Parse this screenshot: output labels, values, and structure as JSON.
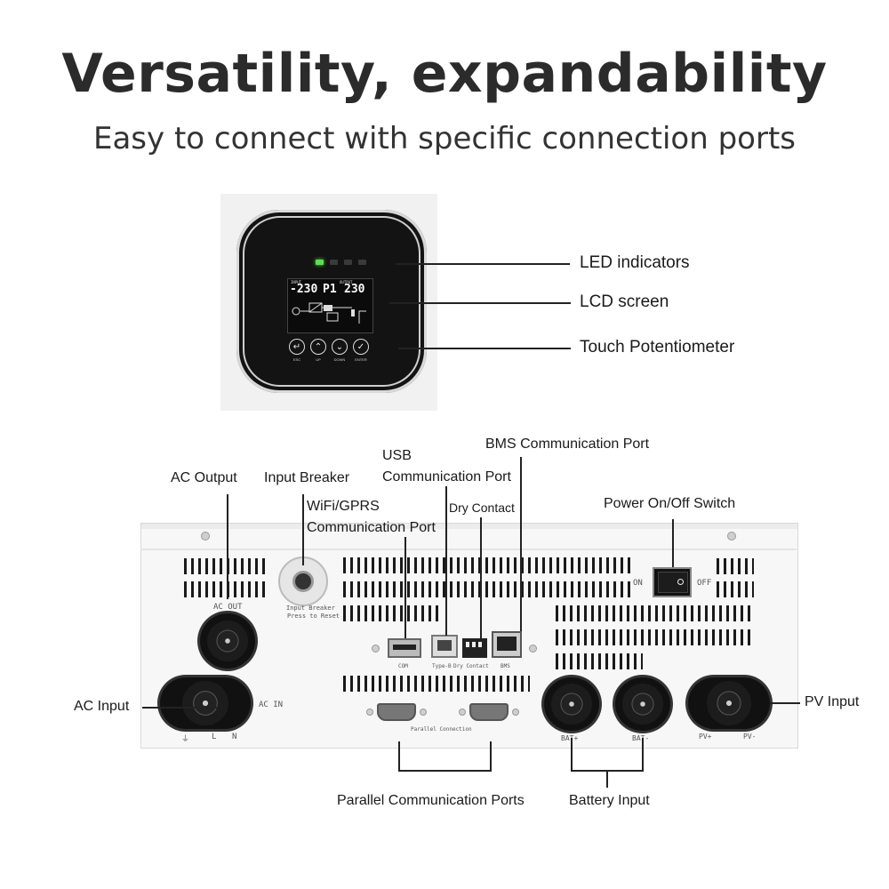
{
  "header": {
    "title": "Versatility, expandability",
    "subtitle": "Easy to connect with specific connection ports"
  },
  "panel_callouts": {
    "led": "LED indicators",
    "lcd": "LCD screen",
    "touch": "Touch Potentiometer"
  },
  "lcd_screen": {
    "input_tag": "INPUT",
    "output_tag": "OUTPUT",
    "input_value": "-230",
    "mode": "P1",
    "output_value": "230"
  },
  "panel_buttons": [
    {
      "icon": "enter-back-icon",
      "glyph": "↵",
      "label": "ESC"
    },
    {
      "icon": "up-icon",
      "glyph": "⌃",
      "label": "UP"
    },
    {
      "icon": "down-icon",
      "glyph": "⌄",
      "label": "DOWN"
    },
    {
      "icon": "check-icon",
      "glyph": "✓",
      "label": "ENTER"
    }
  ],
  "callouts": {
    "ac_output": "AC Output",
    "input_breaker": "Input Breaker",
    "wifi_1": "WiFi/GPRS",
    "wifi_2": "Communication Port",
    "usb_1": "USB",
    "usb_2": "Communication Port",
    "dry_contact": "Dry Contact",
    "bms": "BMS Communication Port",
    "power_switch": "Power On/Off Switch",
    "ac_input": "AC Input",
    "pv_input": "PV Input",
    "parallel": "Parallel Communication Ports",
    "battery": "Battery Input"
  },
  "unit_markings": {
    "ac_out": "AC OUT",
    "breaker_1": "Input Breaker",
    "breaker_2": "Press to Reset",
    "com": "COM",
    "type_b": "Type-B",
    "dry": "Dry Contact",
    "bms": "BMS",
    "on": "ON",
    "off": "OFF",
    "ac_in": "AC IN",
    "l": "L",
    "n": "N",
    "parallel": "Parallel Connection",
    "bat_plus": "BAT+",
    "bat_minus": "BAT-",
    "pv_plus": "PV+",
    "pv_minus": "PV-"
  }
}
